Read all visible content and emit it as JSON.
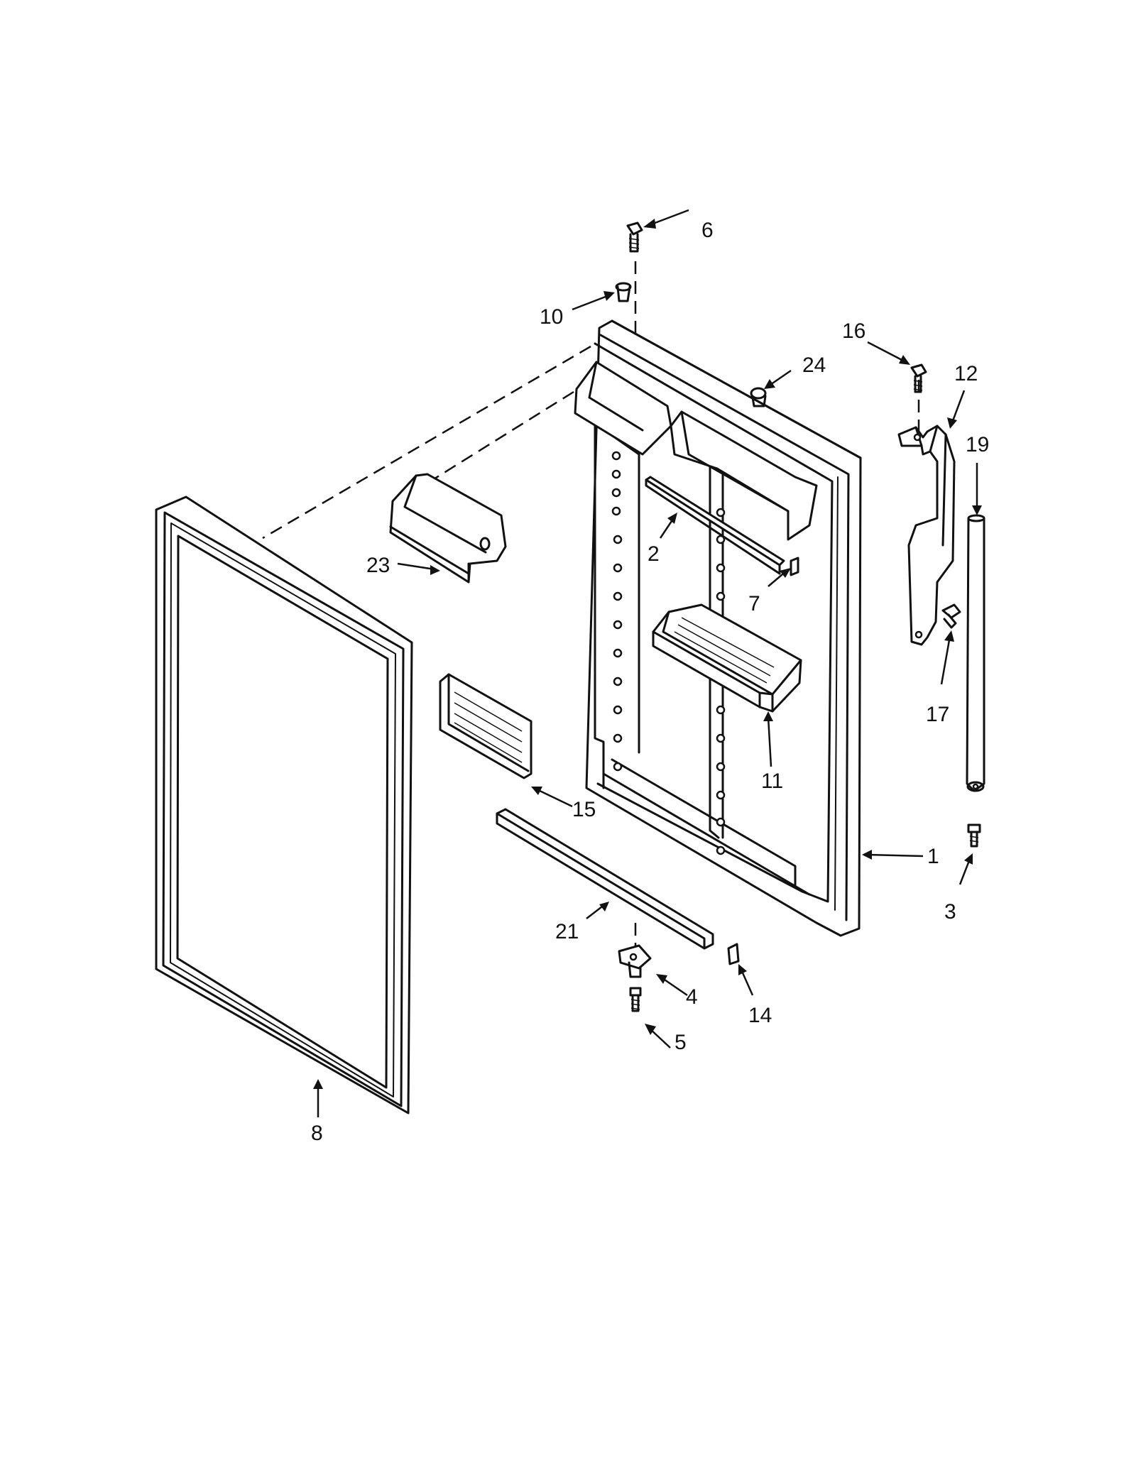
{
  "diagram": {
    "callouts": [
      {
        "id": "c1",
        "label": "1"
      },
      {
        "id": "c2",
        "label": "2"
      },
      {
        "id": "c3",
        "label": "3"
      },
      {
        "id": "c4",
        "label": "4"
      },
      {
        "id": "c5",
        "label": "5"
      },
      {
        "id": "c6",
        "label": "6"
      },
      {
        "id": "c7",
        "label": "7"
      },
      {
        "id": "c8",
        "label": "8"
      },
      {
        "id": "c10",
        "label": "10"
      },
      {
        "id": "c11",
        "label": "11"
      },
      {
        "id": "c12",
        "label": "12"
      },
      {
        "id": "c14",
        "label": "14"
      },
      {
        "id": "c15",
        "label": "15"
      },
      {
        "id": "c16",
        "label": "16"
      },
      {
        "id": "c17",
        "label": "17"
      },
      {
        "id": "c19",
        "label": "19"
      },
      {
        "id": "c21",
        "label": "21"
      },
      {
        "id": "c23",
        "label": "23"
      },
      {
        "id": "c24",
        "label": "24"
      }
    ]
  }
}
